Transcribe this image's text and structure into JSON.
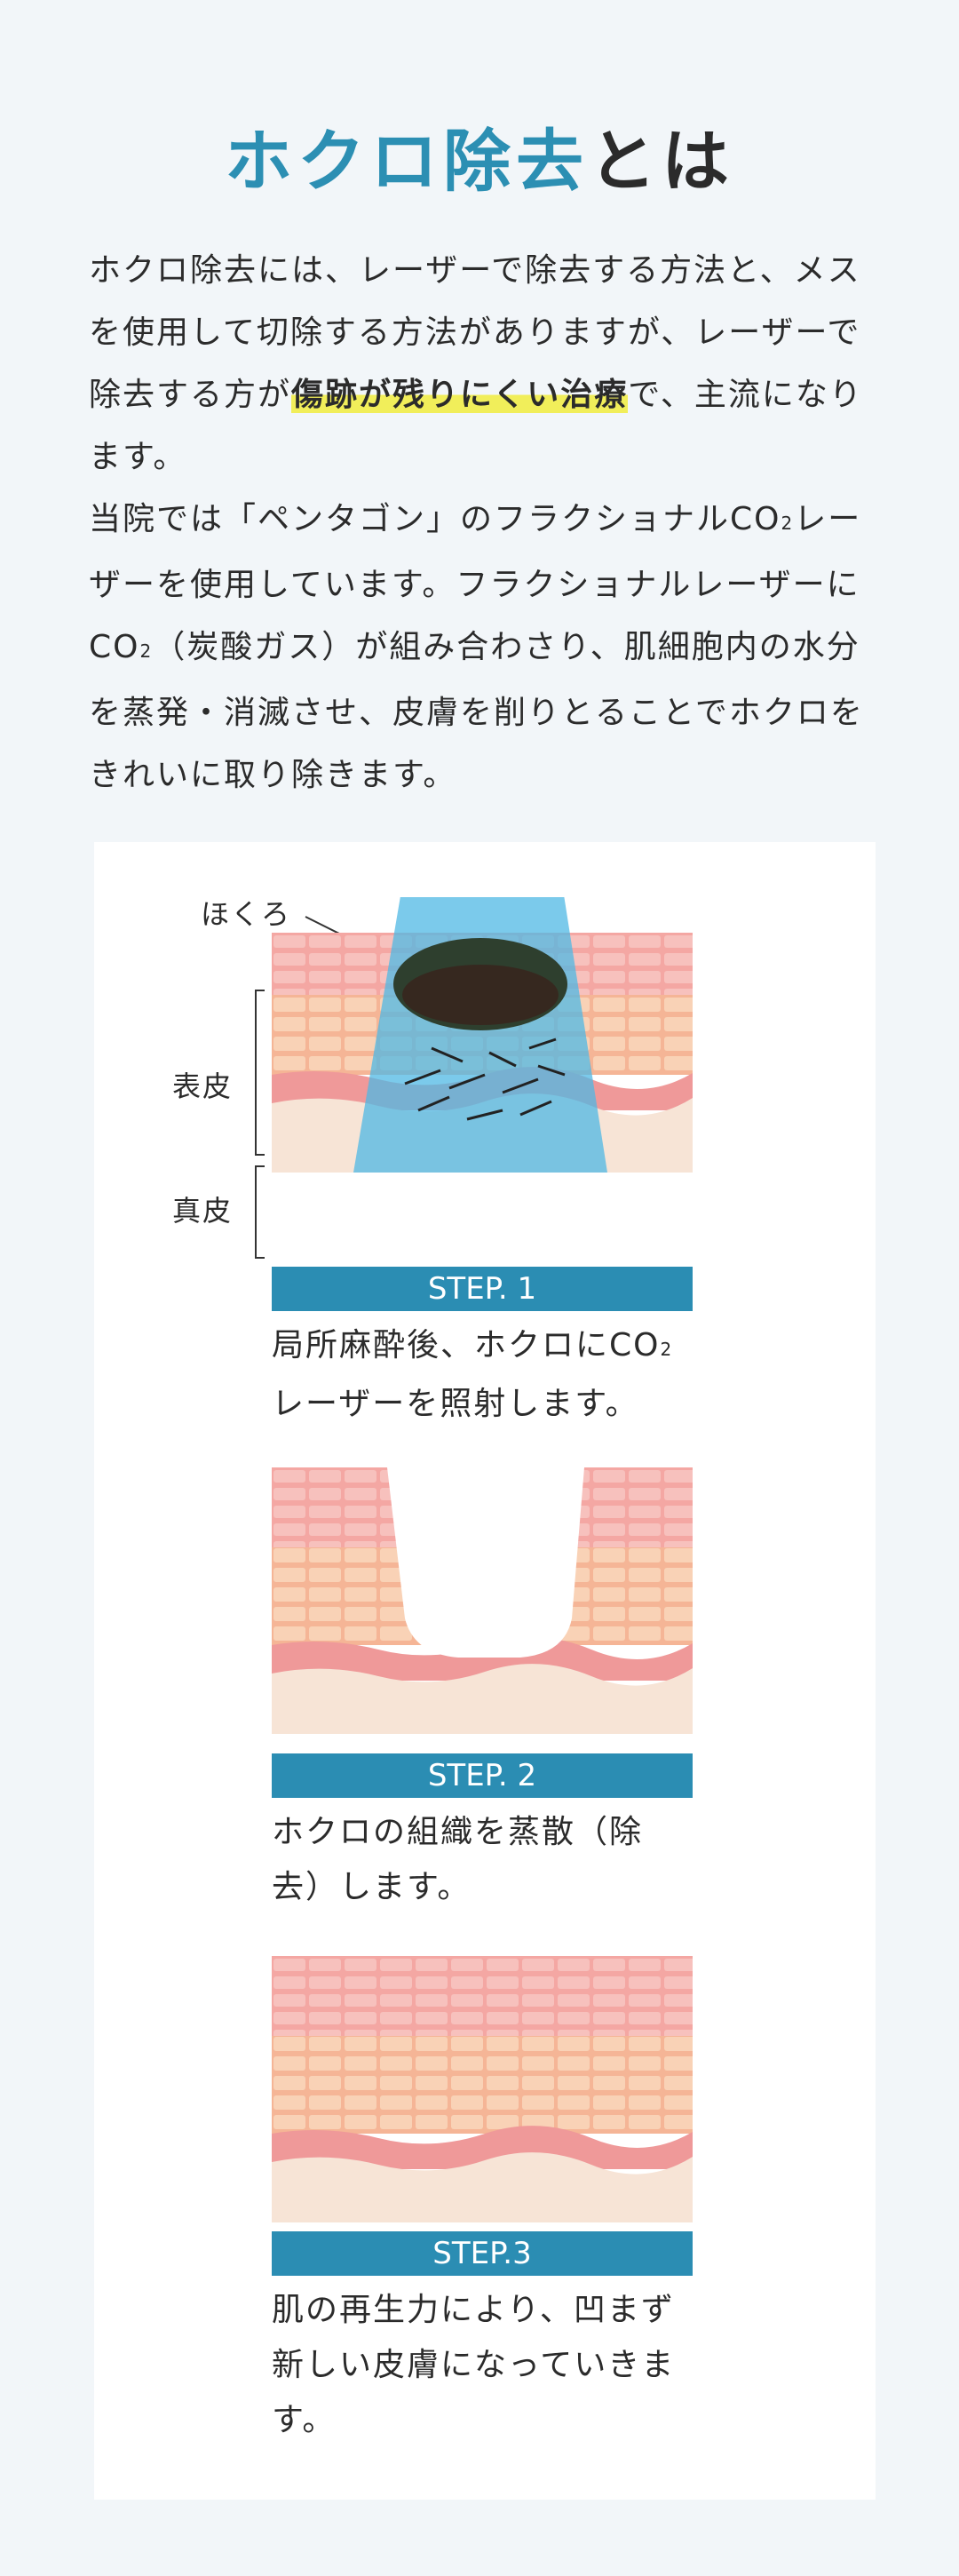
{
  "heading": {
    "accent": "ホクロ除去",
    "rest": "とは"
  },
  "intro": {
    "p1_a": "ホクロ除去には、レーザーで除去する方法と、メスを使用して切除する方法がありますが、レーザーで除去する方が",
    "p1_highlight": "傷跡が残りにくい治療",
    "p1_b": "で、主流になります。",
    "p2_a": "当院では「ペンタゴン」のフラクショナルCO",
    "p2_sub1": "2",
    "p2_b": "レーザーを使用しています。フラクショナルレーザーにCO",
    "p2_sub2": "2",
    "p2_c": "（炭酸ガス）が組み合わさり、肌細胞内の水分を蒸発・消滅させ、皮膚を削りとることでホクロをきれいに取り除きます。"
  },
  "diagram": {
    "label_mole": "ほくろ",
    "label_epidermis": "表皮",
    "label_dermis": "真皮"
  },
  "steps": [
    {
      "label": "STEP. 1",
      "text_a": "局所麻酔後、ホクロにCO",
      "text_sub": "2",
      "text_b": "レーザーを照射します。"
    },
    {
      "label": "STEP. 2",
      "text": "ホクロの組織を蒸散（除去）します。"
    },
    {
      "label": "STEP.3",
      "text": "肌の再生力により、凹まず新しい皮膚になっていきます。"
    }
  ],
  "colors": {
    "accent": "#2c8fb3",
    "step_bar": "#2b8db3",
    "highlight": "#f1ee5a",
    "laser": "#4fb8e4",
    "skin_pink": "#ee9b9b",
    "skin_peach": "#f6c9a2",
    "dermis": "#f7e4d6"
  }
}
